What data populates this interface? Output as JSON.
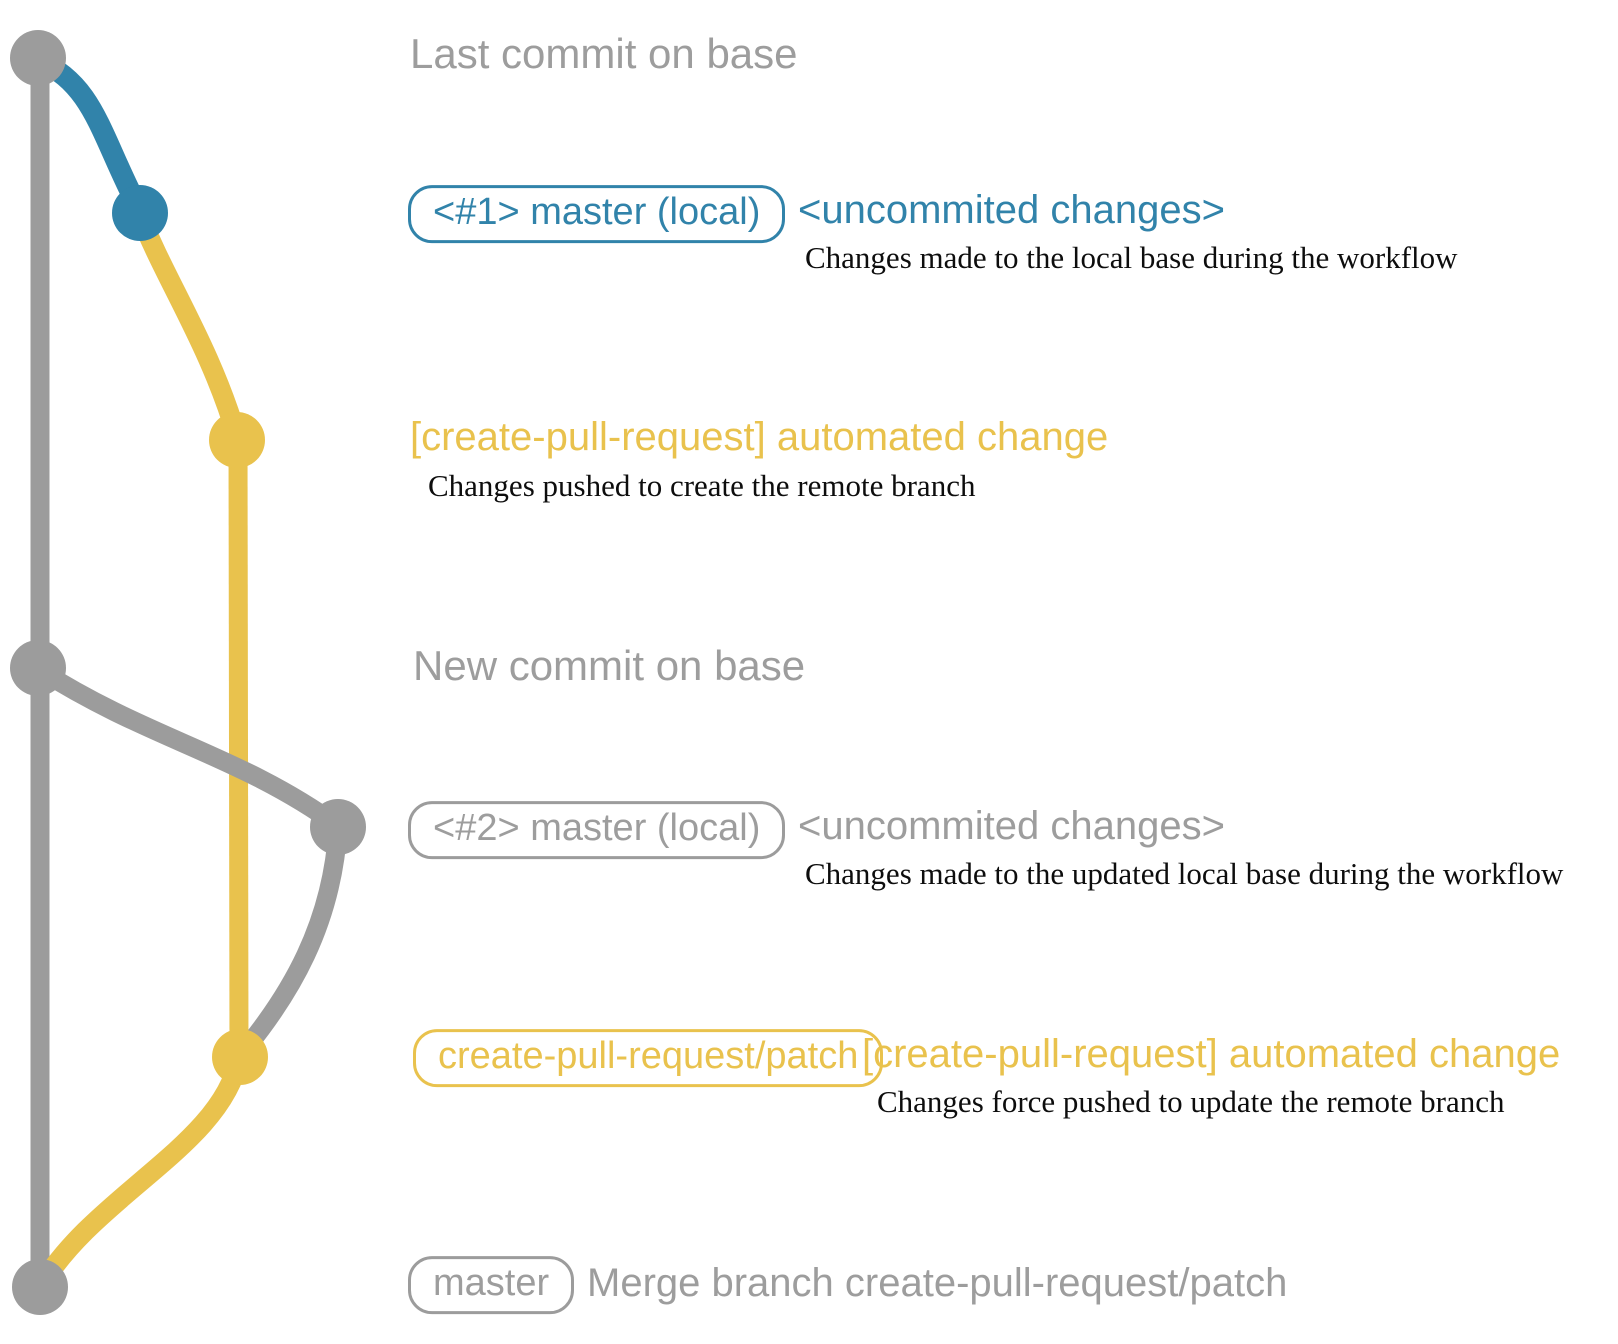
{
  "colors": {
    "gray": "#9c9c9c",
    "gray_text": "#9d9d9d",
    "blue": "#3183aa",
    "yellow": "#e9c24d",
    "serif_text": "#0d0d0d",
    "background": "#ffffff"
  },
  "graph": {
    "branches": [
      {
        "name": "base (master remote)",
        "color": "#9c9c9c"
      },
      {
        "name": "master (local)",
        "color": "#3183aa"
      },
      {
        "name": "create-pull-request/patch",
        "color": "#e9c24d"
      }
    ],
    "nodes": [
      {
        "name": "last-commit-on-base",
        "color": "#9c9c9c"
      },
      {
        "name": "local-uncommitted-changes-1",
        "color": "#3183aa"
      },
      {
        "name": "patch-branch-commit-1",
        "color": "#e9c24d"
      },
      {
        "name": "new-commit-on-base",
        "color": "#9c9c9c"
      },
      {
        "name": "local-uncommitted-changes-2",
        "color": "#9c9c9c"
      },
      {
        "name": "patch-branch-commit-2",
        "color": "#e9c24d"
      },
      {
        "name": "merge-commit",
        "color": "#9c9c9c"
      }
    ]
  },
  "rows": {
    "last_commit": {
      "label": "Last commit on base"
    },
    "commit1": {
      "badge": "<#1> master (local)",
      "title": "<uncommited changes>",
      "description": "Changes made to the local base during the workflow"
    },
    "push1": {
      "title": "[create-pull-request] automated change",
      "description": "Changes pushed to create the remote branch"
    },
    "new_commit": {
      "label": "New commit on base"
    },
    "commit2": {
      "badge": "<#2> master (local)",
      "title": "<uncommited changes>",
      "description": "Changes made to the updated local base during the workflow"
    },
    "push2": {
      "badge": "create-pull-request/patch",
      "title": "[create-pull-request] automated change",
      "description": "Changes force pushed to update the remote branch"
    },
    "merge": {
      "badge": "master",
      "title": "Merge branch create-pull-request/patch"
    }
  }
}
